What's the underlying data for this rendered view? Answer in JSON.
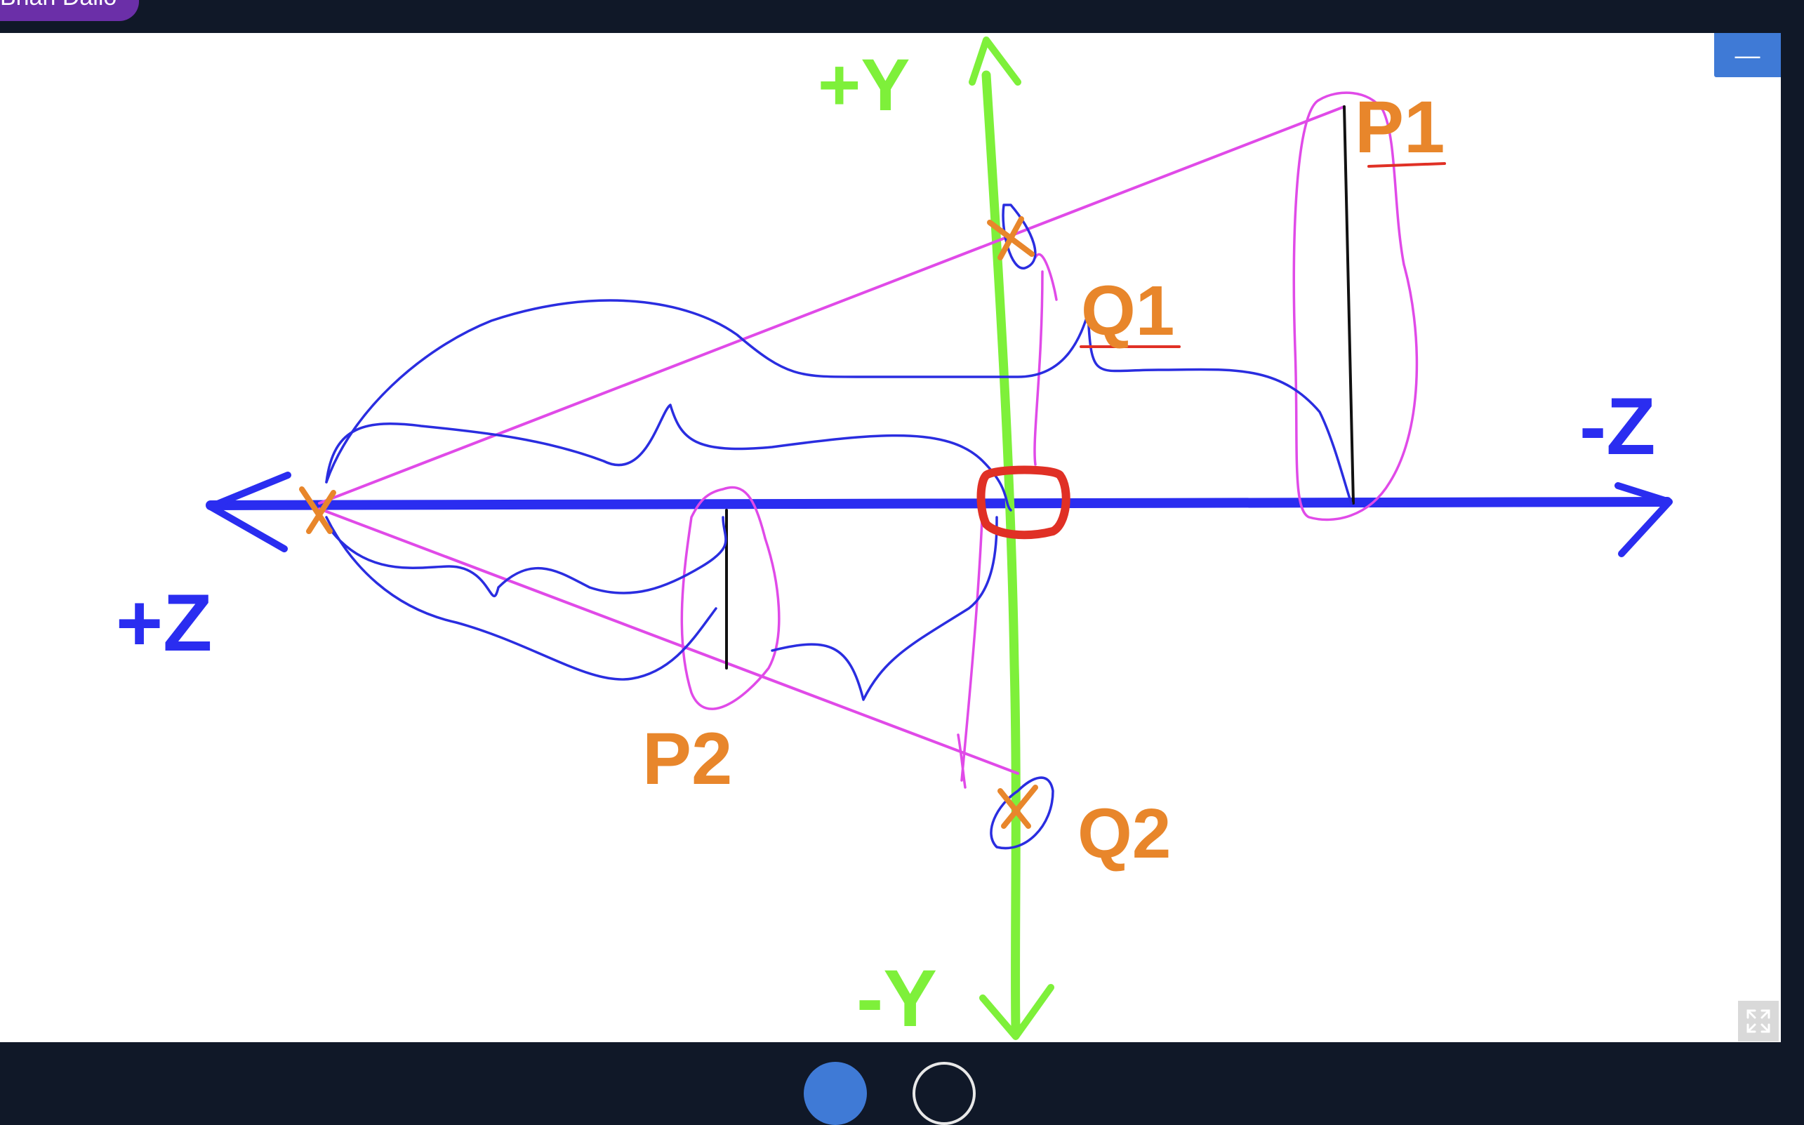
{
  "presenter": {
    "name": "Brian Dallo"
  },
  "whiteboard": {
    "labels": {
      "plus_y": "+Y",
      "minus_y": "-Y",
      "plus_z": "+Z",
      "minus_z": "-Z",
      "p1": "P1",
      "p2": "P2",
      "q1": "Q1",
      "q2": "Q2"
    },
    "colors": {
      "y_axis": "#7ef03a",
      "z_axis": "#2a2df0",
      "projection_lines": "#e04ae8",
      "points": "#e8862b",
      "origin_marker": "#e03025",
      "underline": "#e03025",
      "annotation": "#2a2de0"
    }
  },
  "controls": {
    "minimize_label": "—",
    "fullscreen_icon": "expand-icon"
  }
}
